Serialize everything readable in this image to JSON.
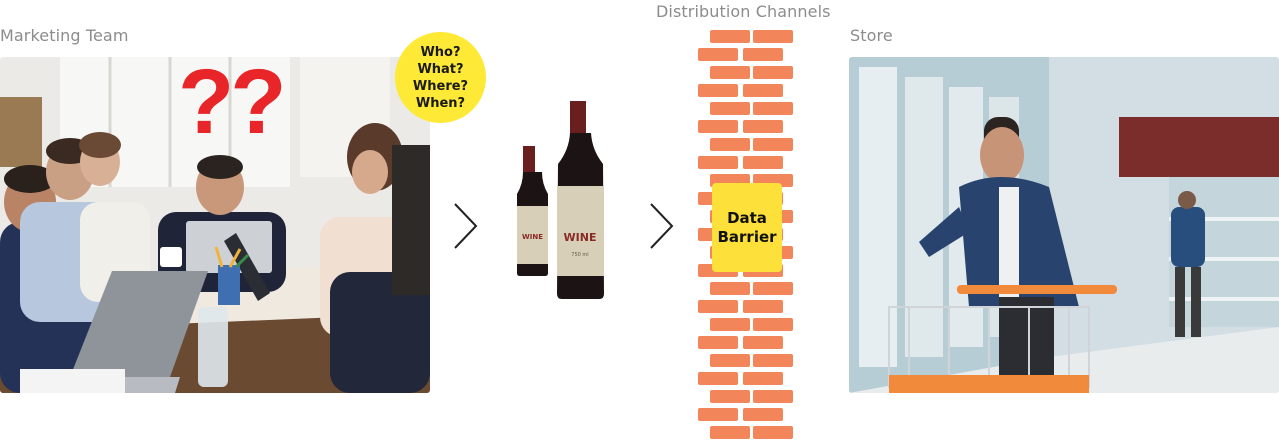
{
  "labels": {
    "marketing_team": "Marketing Team",
    "distribution_channels": "Distribution Channels",
    "store": "Store"
  },
  "bubble": {
    "lines": [
      "Who?",
      "What?",
      "Where?",
      "When?"
    ],
    "color": "#fde936"
  },
  "question_marks": {
    "text": "??",
    "color": "#e8262a"
  },
  "bottles": {
    "label_text": "WINE",
    "small_label_text": "WINE",
    "volume_text": "750 ml"
  },
  "barrier": {
    "lines": [
      "Data",
      "Barrier"
    ],
    "color": "#fde13a"
  },
  "colors": {
    "brick": "#f3855a",
    "label_gray": "#8c8c8c",
    "arrow": "#222222",
    "wine_red": "#8a2a25"
  },
  "icons": {
    "arrow_1": "chevron-right-icon",
    "arrow_2": "chevron-right-icon"
  }
}
